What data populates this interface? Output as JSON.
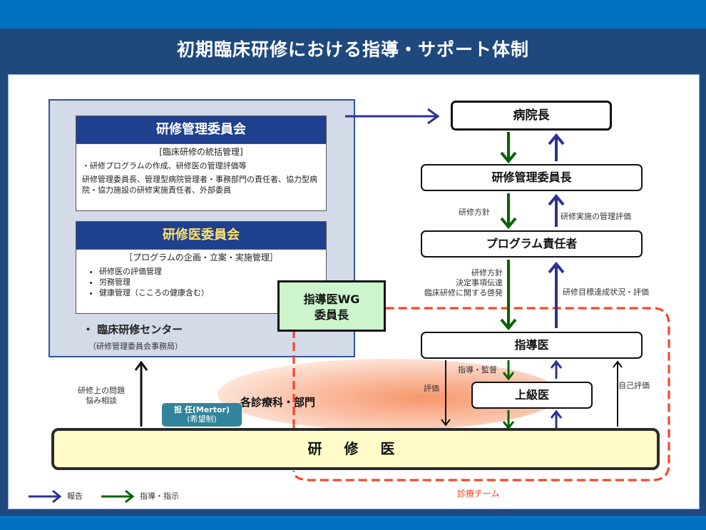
{
  "title": "初期臨床研修における指導・サポート体制",
  "colors": {
    "frame": "#1f497d",
    "band": "#0070c0",
    "report_arrow": "#2e3192",
    "guidance_arrow": "#006400",
    "team_dash": "#ff3b1f",
    "committee_header": "#1f3f8f",
    "wg_fill": "#ccf5cc",
    "resident_fill": "#fffcc9",
    "mentor_fill": "#31849b"
  },
  "left_group": {
    "committee1": {
      "header": "研修管理委員会",
      "subtitle": "[臨床研修の統括管理]",
      "line1": "・研修プログラムの作成、研修医の管理評価等",
      "line2": "研修管理委員長、管理型病院管理者・事務部門の責任者、協力型病院・協力施設の研修実施責任者、外部委員"
    },
    "committee2": {
      "header": "研修医委員会",
      "subtitle": "［プログラムの企画・立案・実施管理］",
      "items": [
        "研修医の評価管理",
        "労務管理",
        "健康管理（こころの健康含む）"
      ]
    },
    "center": {
      "label": "・ 臨床研修センター",
      "sub": "（研修管理委員会事務局）"
    }
  },
  "wg": {
    "line1": "指導医WG",
    "line2": "委員長"
  },
  "nodes": {
    "director": "病院長",
    "committee_chair": "研修管理委員長",
    "program_lead": "プログラム責任者",
    "supervisor": "指導医",
    "senior": "上級医",
    "resident": "研 修 医"
  },
  "edge_labels": {
    "policy1": "研修方針",
    "eval_mgmt": "研修実施の管理評価",
    "policy2": [
      "研修方針",
      "決定事項伝達",
      "臨床研修に関する啓発"
    ],
    "goal_status": "研修目標達成状況・評価",
    "guidance_supervision": "指導・監督",
    "evaluation": "評価",
    "self_evaluation": "自己評価",
    "consultation": [
      "研修上の問題",
      "悩み相談"
    ]
  },
  "mentor": {
    "line1": "担 任(Mertor)",
    "line2": "(希望制)"
  },
  "department": "各診療科・部門",
  "team_label": "診療チーム",
  "legend": [
    {
      "label": "報告",
      "type": "report"
    },
    {
      "label": "指導・指示",
      "type": "guidance"
    }
  ]
}
